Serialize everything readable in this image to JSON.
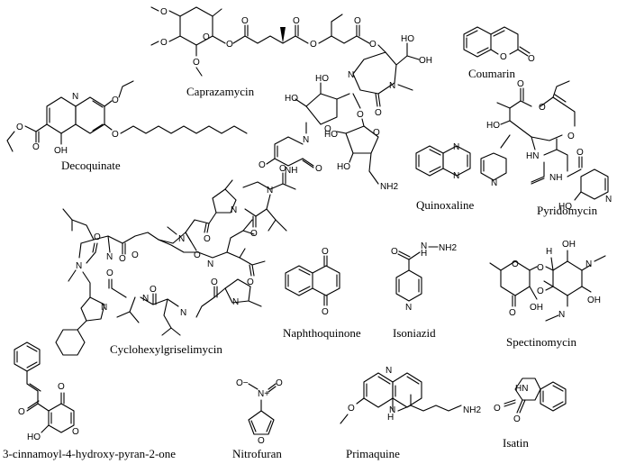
{
  "compounds": [
    {
      "name": "Caprazamycin"
    },
    {
      "name": "Coumarin"
    },
    {
      "name": "Decoquinate"
    },
    {
      "name": "Quinoxaline"
    },
    {
      "name": "Pyridomycin"
    },
    {
      "name": "Cyclohexylgriselimycin"
    },
    {
      "name": "Naphthoquinone"
    },
    {
      "name": "Isoniazid"
    },
    {
      "name": "Spectinomycin"
    },
    {
      "name": "3-cinnamoyl-4-hydroxy-pyran-2-one"
    },
    {
      "name": "Nitrofuran"
    },
    {
      "name": "Primaquine"
    },
    {
      "name": "Isatin"
    }
  ],
  "atoms": {
    "oh": "OH",
    "ho": "HO",
    "o": "O",
    "n": "N",
    "nh": "NH",
    "hn": "HN",
    "nh2": "NH2",
    "h": "H",
    "n_plus": "N+",
    "o_minus": "O−"
  }
}
